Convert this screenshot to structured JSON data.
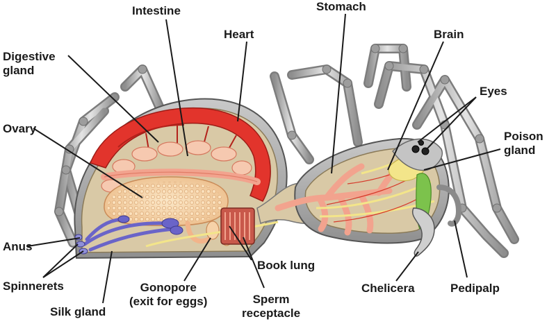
{
  "diagram": {
    "labels": {
      "intestine": [
        "Intestine"
      ],
      "stomach": [
        "Stomach"
      ],
      "heart": [
        "Heart"
      ],
      "brain": [
        "Brain"
      ],
      "digestive_gland": [
        "Digestive",
        "gland"
      ],
      "eyes": [
        "Eyes"
      ],
      "ovary": [
        "Ovary"
      ],
      "poison_gland": [
        "Poison",
        "gland"
      ],
      "anus": [
        "Anus"
      ],
      "spinnerets": [
        "Spinnerets"
      ],
      "silk_gland": [
        "Silk gland"
      ],
      "gonopore": [
        "Gonopore",
        "(exit for eggs)"
      ],
      "book_lung": [
        "Book lung"
      ],
      "sperm_receptacle": [
        "Sperm",
        "receptacle"
      ],
      "chelicera": [
        "Chelicera"
      ],
      "pedipalp": [
        "Pedipalp"
      ]
    },
    "colors": {
      "body_wall": "#d9c9a6",
      "exoskeleton": "#b5b5b5",
      "heart_red": "#e2342c",
      "organ_pink": "#f2a38e",
      "ovary_peach": "#f6d2a8",
      "silk_gland_blue": "#6a64c8",
      "poison_gland_green": "#7cc24c",
      "yellow_gland": "#f3e58a",
      "leader_line": "#1a1a1a"
    }
  }
}
